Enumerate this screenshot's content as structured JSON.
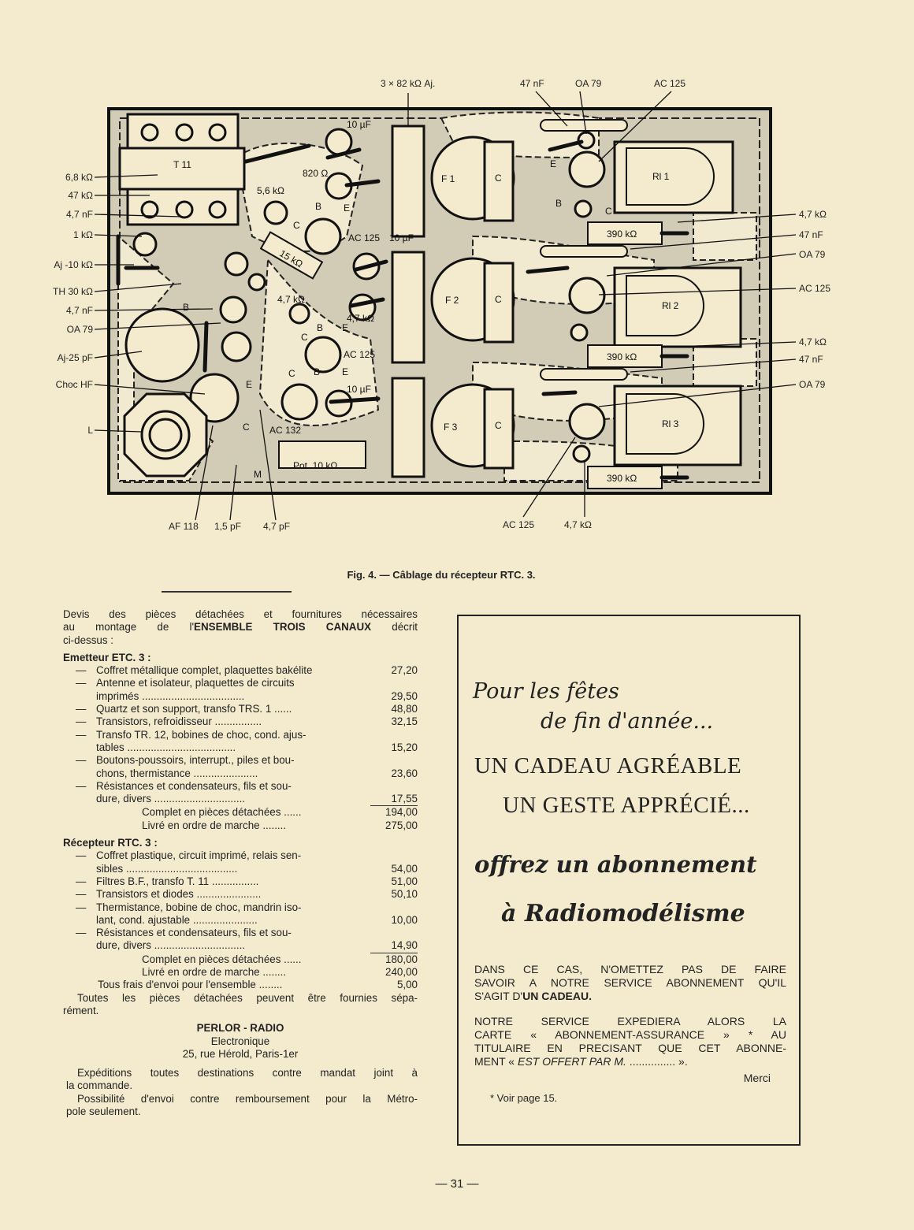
{
  "figure": {
    "caption": "Fig. 4. — Câblage du récepteur RTC. 3.",
    "top_labels": [
      "3 × 82 kΩ Aj.",
      "47 nF",
      "OA 79",
      "AC 125"
    ],
    "left_labels": [
      "6,8 kΩ",
      "47 kΩ",
      "4,7 nF",
      "1 kΩ",
      "Aj -10 kΩ",
      "TH 30 kΩ",
      "4,7 nF",
      "OA 79",
      "Aj-25 pF",
      "Choc HF",
      "L"
    ],
    "right_labels": [
      "4,7 kΩ",
      "47 nF",
      "OA 79",
      "AC 125",
      "4,7 kΩ",
      "47 nF",
      "OA 79"
    ],
    "bottom_labels": [
      "AF 118",
      "1,5 pF",
      "4,7 pF",
      "AC 125",
      "4,7 kΩ"
    ],
    "board_labels": {
      "transformer": "T 11",
      "cap_10uf": "10 µF",
      "r_820": "820 Ω",
      "r_5k6": "5,6 kΩ",
      "r_15k": "15 kΩ",
      "t_ac125": "AC 125",
      "cap_10uf_b": "10 µF",
      "r_4k7_a": "4,7 kΩ",
      "r_4k7_b": "4,7 kΩ",
      "t_ac125_b": "AC 125",
      "cap_10uf_c": "10 µF",
      "t_ac132": "AC 132",
      "pot": "Pot. 10 kΩ",
      "e1": "E",
      "b1": "B",
      "c1": "C",
      "m1": "M",
      "b2": "B",
      "e2": "E",
      "c2": "C",
      "b3": "B",
      "e3": "E",
      "c3": "C",
      "b4": "B",
      "e4": "E",
      "c4": "C",
      "f1": "F 1",
      "f2": "F 2",
      "f3": "F 3",
      "c_f1": "C",
      "c_f2": "C",
      "c_f3": "C",
      "rl1": "Rl 1",
      "rl2": "Rl 2",
      "rl3": "Rl 3",
      "r390_1": "390 kΩ",
      "r390_2": "390 kΩ",
      "r390_3": "390 kΩ",
      "e_r": "E",
      "b_r": "B",
      "c_r": "C"
    }
  },
  "devis": {
    "intro_line1": "Devis des pièces détachées et fournitures nécessaires",
    "intro_line2_pre": "au montage de l'",
    "intro_line2_bold": "ENSEMBLE TROIS CANAUX",
    "intro_line2_post": " décrit",
    "intro_line3": "ci-dessus :",
    "emetteur": {
      "title": "Emetteur ETC. 3 :",
      "items": [
        {
          "lines": [
            "Coffret métallique complet, plaquettes bakélite"
          ],
          "price": "27,20"
        },
        {
          "lines": [
            "Antenne et isolateur, plaquettes de circuits",
            "imprimés ..................................."
          ],
          "price": "29,50"
        },
        {
          "lines": [
            "Quartz et son support, transfo TRS. 1 ......"
          ],
          "price": "48,80"
        },
        {
          "lines": [
            "Transistors, refroidisseur ................"
          ],
          "price": "32,15"
        },
        {
          "lines": [
            "Transfo TR. 12, bobines de choc, cond. ajus-",
            "tables ....................................."
          ],
          "price": "15,20"
        },
        {
          "lines": [
            "Boutons-poussoirs, interrupt., piles et bou-",
            "chons, thermistance ......................"
          ],
          "price": "23,60"
        },
        {
          "lines": [
            "Résistances et condensateurs, fils et sou-",
            "dure, divers ..............................."
          ],
          "price": "17,55"
        }
      ],
      "total_label1": "Complet en pièces détachées ......",
      "total_value1": "194,00",
      "total_label2": "Livré en ordre de marche ........",
      "total_value2": "275,00"
    },
    "recepteur": {
      "title": "Récepteur RTC. 3 :",
      "items": [
        {
          "lines": [
            "Coffret plastique, circuit imprimé, relais sen-",
            "sibles ......................................"
          ],
          "price": "54,00"
        },
        {
          "lines": [
            "Filtres B.F., transfo T. 11 ................"
          ],
          "price": "51,00"
        },
        {
          "lines": [
            "Transistors et diodes ......................"
          ],
          "price": "50,10"
        },
        {
          "lines": [
            "Thermistance, bobine de choc, mandrin iso-",
            "lant, cond. ajustable ......................"
          ],
          "price": "10,00"
        },
        {
          "lines": [
            "Résistances et condensateurs, fils et sou-",
            "dure, divers ..............................."
          ],
          "price": "14,90"
        }
      ],
      "total_label1": "Complet en pièces détachées ......",
      "total_value1": "180,00",
      "total_label2": "Livré en ordre de marche ........",
      "total_value2": "240,00",
      "total_label3": "Tous frais d'envoi pour l'ensemble ........",
      "total_value3": "5,00"
    },
    "note_line1": "Toutes les pièces détachées peuvent être fournies sépa-",
    "note_line2": "rément.",
    "company": "PERLOR - RADIO",
    "company_sub": "Electronique",
    "address": "25, rue Hérold, Paris-1er",
    "exp_line1": "Expéditions toutes destinations contre mandat joint à",
    "exp_line2": "la commande.",
    "rem_line1": "Possibilité d'envoi contre remboursement pour la Métro-",
    "rem_line2": "pole seulement."
  },
  "ad": {
    "script1": "Pour les fêtes",
    "script2": "de fin d'année...",
    "headline1": "UN CADEAU AGRÉABLE",
    "headline2": "UN GESTE APPRÉCIÉ...",
    "gothic1": "offrez un abonnement",
    "gothic2": "à Radiomodélisme",
    "para1_l1": "DANS CE CAS, N'OMETTEZ PAS DE FAIRE",
    "para1_l2": "SAVOIR A NOTRE SERVICE ABONNEMENT QU'IL",
    "para1_l3_pre": "S'AGIT D'",
    "para1_l3_bold": "UN CADEAU.",
    "para2_l1": "NOTRE SERVICE EXPEDIERA ALORS LA",
    "para2_l2": "CARTE « ABONNEMENT-ASSURANCE » * AU",
    "para2_l3": "TITULAIRE EN PRECISANT QUE CET ABONNE-",
    "para2_l4_pre": "MENT « ",
    "para2_l4_italic": "EST OFFERT PAR M.",
    "para2_l4_post": " ............... ».",
    "merci": "Merci",
    "footnote": "* Voir page 15."
  },
  "page_number": "— 31 —"
}
